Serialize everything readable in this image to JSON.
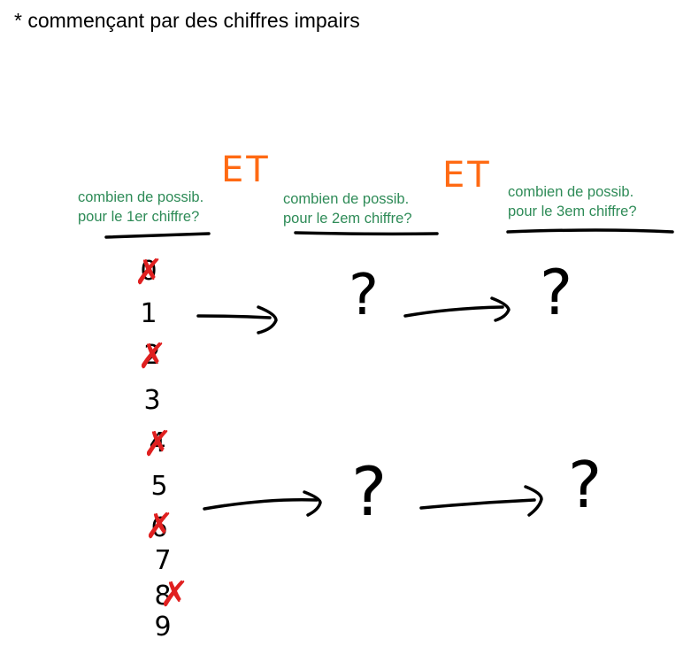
{
  "title": "* commençant par des chiffres impairs",
  "connector_word": "ET",
  "columns": [
    {
      "line1": "combien de possib.",
      "line2": "pour le 1er chiffre?"
    },
    {
      "line1": "combien de possib.",
      "line2": "pour le 2em chiffre?"
    },
    {
      "line1": "combien de possib.",
      "line2": "pour le 3em chiffre?"
    }
  ],
  "digits": [
    "0",
    "1",
    "2",
    "3",
    "4",
    "5",
    "6",
    "7",
    "8",
    "9"
  ],
  "unknown_symbol": "?",
  "colors": {
    "label": "#2e8b57",
    "connector": "#ff6a13",
    "cross": "#e02020",
    "ink": "#000000"
  }
}
